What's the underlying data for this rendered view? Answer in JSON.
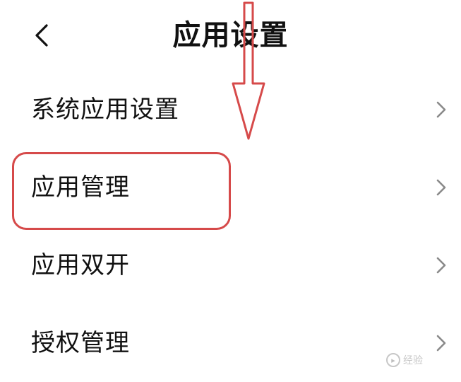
{
  "header": {
    "title": "应用设置",
    "back_icon": "chevron-left-icon"
  },
  "list": {
    "items": [
      {
        "label": "系统应用设置",
        "icon": "chevron-right-icon"
      },
      {
        "label": "应用管理",
        "icon": "chevron-right-icon"
      },
      {
        "label": "应用双开",
        "icon": "chevron-right-icon"
      },
      {
        "label": "授权管理",
        "icon": "chevron-right-icon"
      }
    ]
  },
  "annotation": {
    "highlighted_item": "应用管理",
    "color": "#d64a4a"
  },
  "watermark": {
    "text": "经验"
  },
  "colors": {
    "text": "#111111",
    "chevron": "#8a8a8a",
    "annotation": "#d64a4a",
    "background": "#ffffff"
  }
}
